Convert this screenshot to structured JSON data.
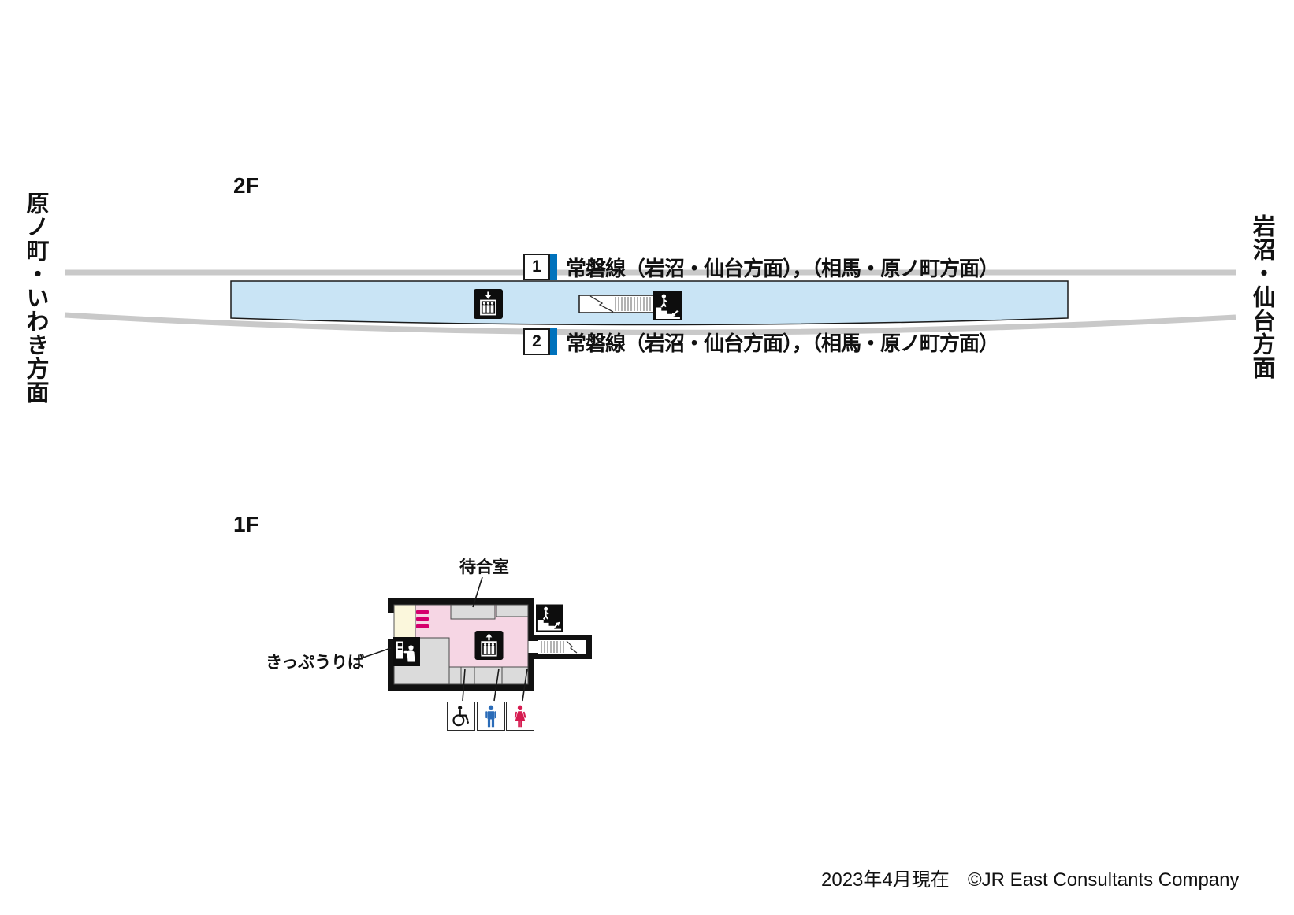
{
  "station_map": {
    "floor2": {
      "label": "2F",
      "directions": {
        "left": "原ノ町・いわき方面",
        "right": "岩沼・仙台方面"
      },
      "platforms": [
        {
          "number": "1",
          "line_label": "常磐線（岩沼・仙台方面），（相馬・原ノ町方面）"
        },
        {
          "number": "2",
          "line_label": "常磐線（岩沼・仙台方面），（相馬・原ノ町方面）"
        }
      ]
    },
    "floor1": {
      "label": "1F",
      "waiting_room_label": "待合室",
      "ticket_office_label": "きっぷうりば"
    },
    "footer": {
      "date_note": "2023年4月現在",
      "copyright": "©JR East Consultants Company"
    },
    "icons": {
      "elevator_2f": "elevator-down-icon",
      "stairs_2f": "stairs-down-icon",
      "stairs_1f": "stairs-up-icon",
      "elevator_1f": "elevator-up-icon",
      "ticket_office": "ticket-machine-icon",
      "toilet_accessible": "wheelchair-icon",
      "toilet_men": "man-icon",
      "toilet_women": "woman-icon"
    },
    "colors": {
      "platform_blue": "#c9e4f5",
      "concourse_pink": "#f6d6e4",
      "room_cream": "#fbf7dc",
      "room_gray": "#dbdbdb",
      "track_gray": "#c9c9c9",
      "gate_magenta": "#d5006d",
      "badge_blue": "#0072bc",
      "man_blue": "#2b6cb8",
      "woman_red": "#d61b50",
      "wall_black": "#111111"
    }
  }
}
